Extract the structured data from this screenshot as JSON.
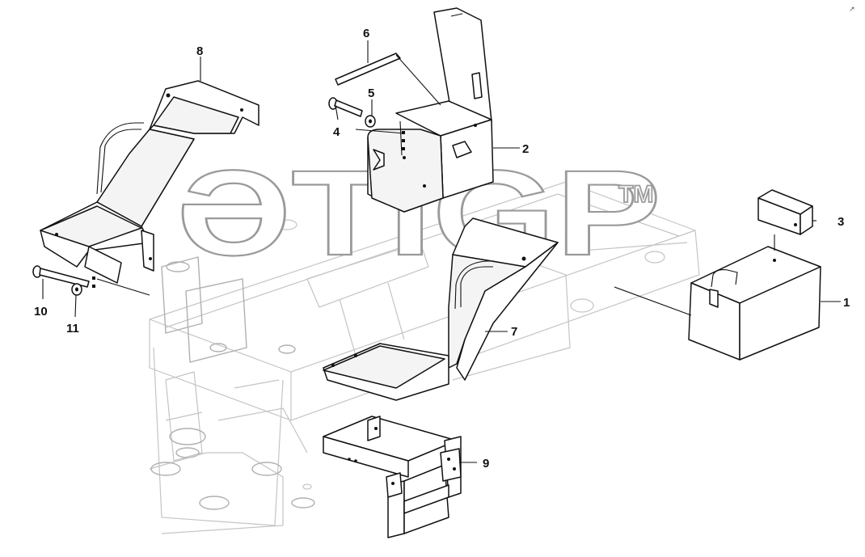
{
  "watermark": {
    "text": "ƏTIGP",
    "tm": "TM"
  },
  "corner_mark": "↗",
  "callouts": [
    {
      "id": "1",
      "label": "1"
    },
    {
      "id": "2",
      "label": "2"
    },
    {
      "id": "3",
      "label": "3"
    },
    {
      "id": "4",
      "label": "4"
    },
    {
      "id": "5",
      "label": "5"
    },
    {
      "id": "6",
      "label": "6"
    },
    {
      "id": "7",
      "label": "7"
    },
    {
      "id": "8",
      "label": "8"
    },
    {
      "id": "9",
      "label": "9"
    },
    {
      "id": "10",
      "label": "10"
    },
    {
      "id": "11",
      "label": "11"
    }
  ]
}
